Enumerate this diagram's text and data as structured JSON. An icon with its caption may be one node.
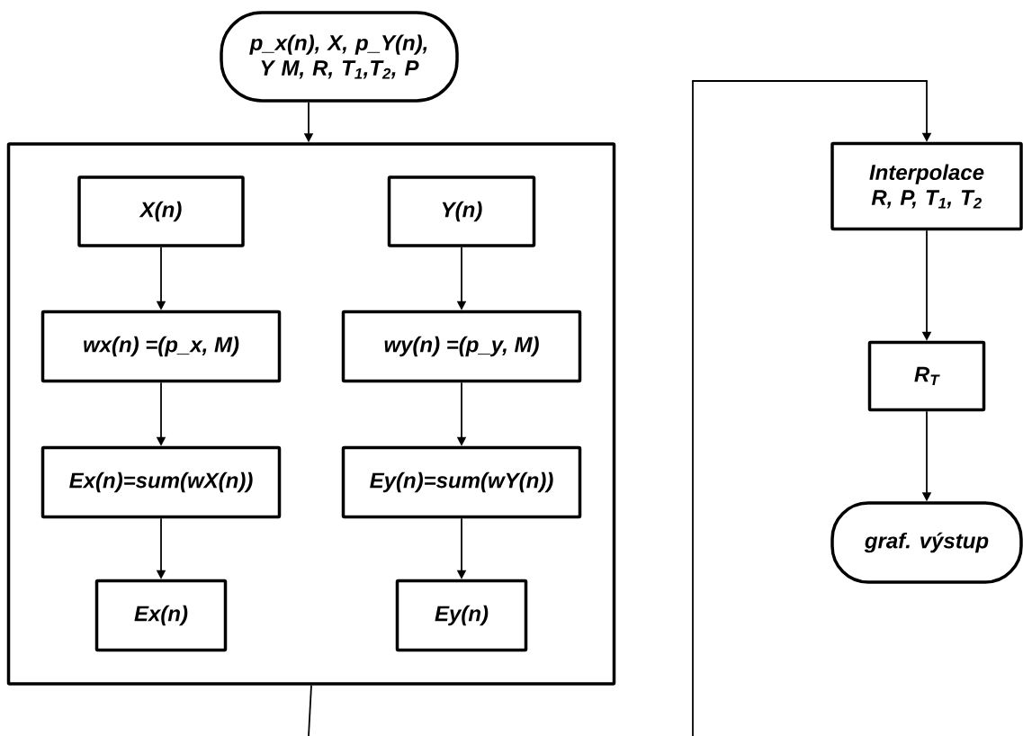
{
  "diagram": {
    "nodes": [
      {
        "text": [
          "p_x(n), X, p_Y(n), Y M, R, T$_{1}$,T$_{2}$, P"
        ]
      },
      {
        "text": [],
        "shape": "box"
      },
      {
        "text": [
          "X(n)"
        ],
        "in": 1
      },
      {
        "text": [
          "Y(n)"
        ],
        "in": 1
      },
      {
        "text": [
          "wx(n) =(p_x, M)"
        ],
        "in": 1
      },
      {
        "text": [
          "wy(n) =(p_y, M)"
        ],
        "in": 1
      },
      {
        "text": [
          "Ex(n)=sum(wX(n))"
        ],
        "in": 1
      },
      {
        "text": [
          "Ey(n)=sum(wY(n))"
        ],
        "in": 1
      },
      {
        "text": [
          "Ex(n)"
        ],
        "in": 1
      },
      {
        "text": [
          "Ey(n)"
        ],
        "in": 1
      },
      {
        "text": [
          "Interpolace R, P, T$_{1}$, T$_{2}$"
        ]
      },
      {
        "text": [
          "R$_{T}$"
        ]
      },
      {
        "text": [
          "graf. výstup"
        ]
      }
    ],
    "edges": [
      {
        "from": 0,
        "to": 1,
        "arrow": "to"
      },
      {
        "from": 2,
        "to": 4,
        "arrow": "to"
      },
      {
        "from": 4,
        "to": 6,
        "arrow": "to"
      },
      {
        "from": 6,
        "to": 8,
        "arrow": "to"
      },
      {
        "from": 3,
        "to": 5,
        "arrow": "to"
      },
      {
        "from": 5,
        "to": 7,
        "arrow": "to"
      },
      {
        "from": 7,
        "to": 9,
        "arrow": "to"
      },
      {
        "from": 1,
        "to": null,
        "arrow": "none"
      },
      {
        "from": null,
        "to": 10,
        "arrow": "to"
      },
      {
        "from": 10,
        "to": 11,
        "arrow": "to"
      },
      {
        "from": 11,
        "to": 12,
        "arrow": "to"
      }
    ]
  }
}
